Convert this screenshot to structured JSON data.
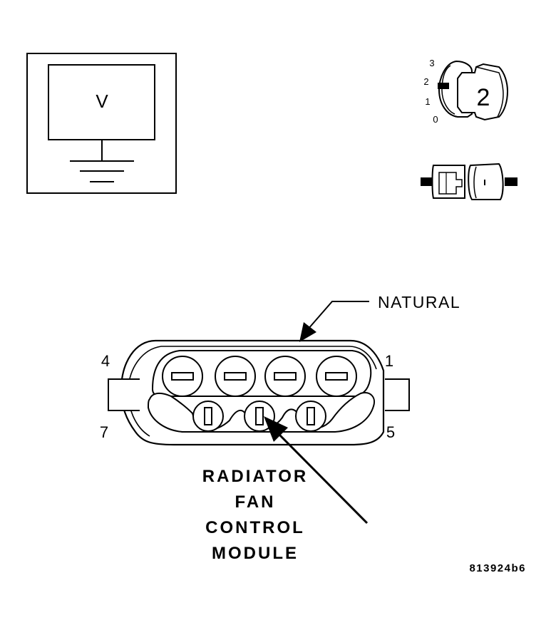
{
  "meter": {
    "symbol": "V"
  },
  "ignition": {
    "positions": [
      "3",
      "2",
      "1",
      "0"
    ],
    "key_number": "2"
  },
  "connector": {
    "color_label": "NATURAL",
    "pin_labels": {
      "top_left": "4",
      "top_right": "1",
      "bottom_left": "7",
      "bottom_right": "5"
    }
  },
  "module_label": {
    "lines": [
      "RADIATOR",
      "FAN",
      "CONTROL",
      "MODULE"
    ]
  },
  "figure_code": "813924b6"
}
